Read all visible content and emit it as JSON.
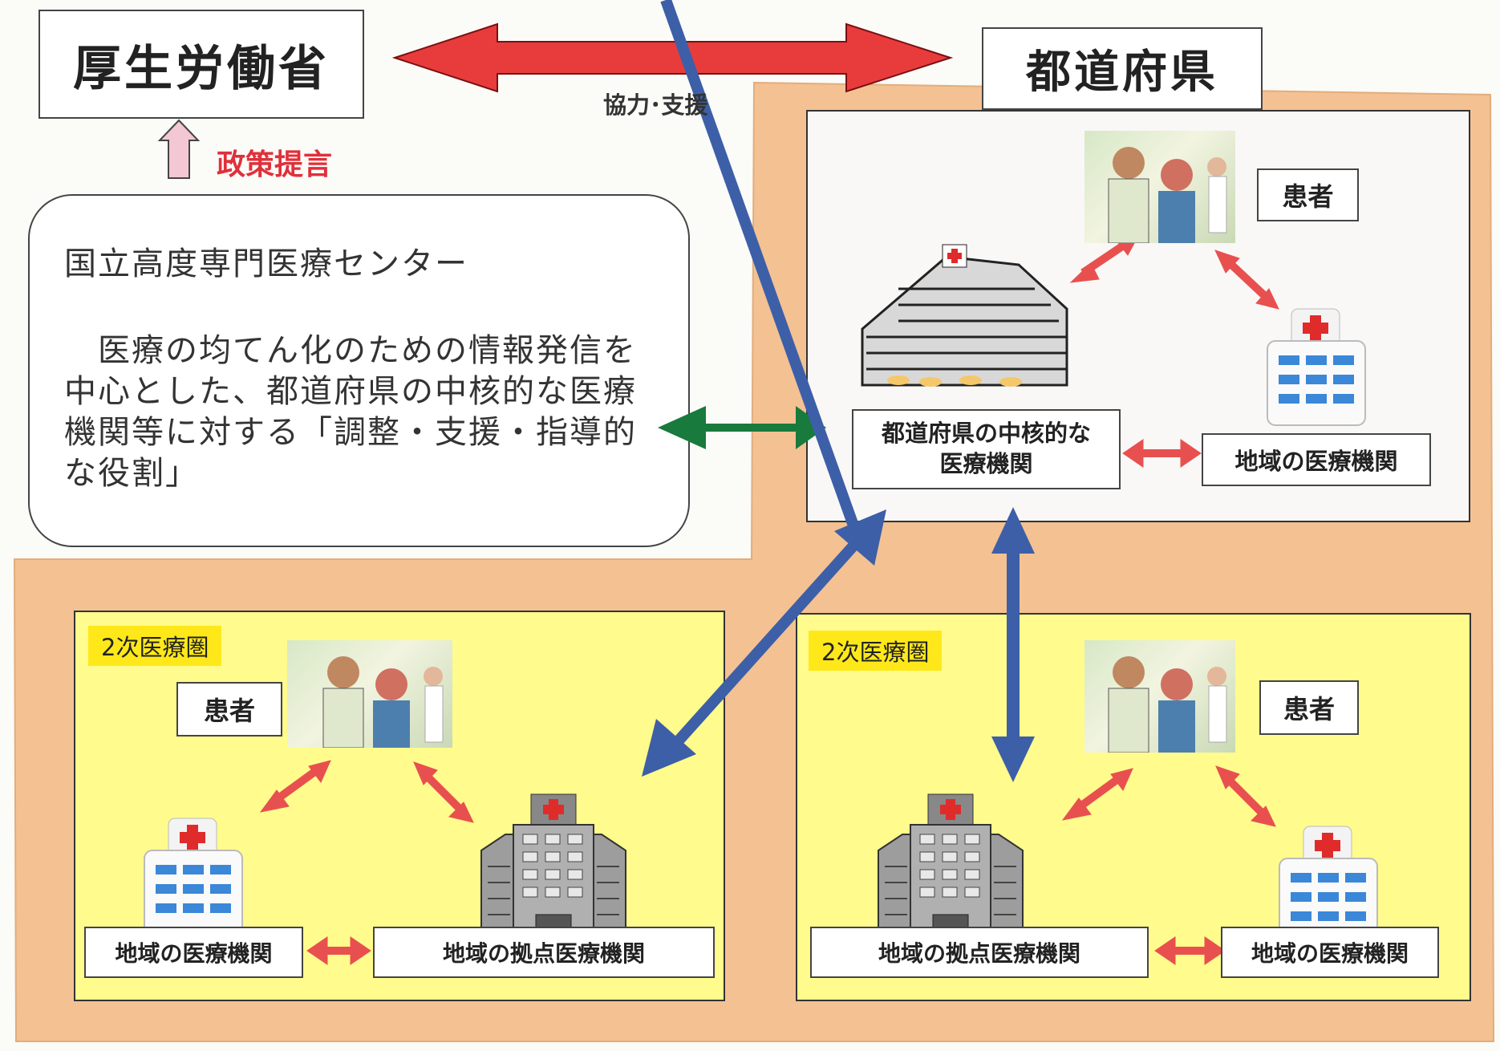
{
  "ministry": "厚生労働省",
  "prefecture": "都道府県",
  "cooperation_label": "協力･支援",
  "policy_label": "政策提言",
  "center": {
    "title": "国立高度専門医療センター",
    "lines": [
      "　医療の均てん化のための情報発信を",
      "中心とした、都道府県の中核的な医療",
      "機関等に対する「調整・支援・指導的",
      "な役割」"
    ]
  },
  "prefecture_panel": {
    "patient_label": "患者",
    "core_hospital_lines": [
      "都道府県の中核的な",
      "医療機関"
    ],
    "local_hospital_label": "地域の医療機関"
  },
  "regions": [
    {
      "label": "2次医療圏",
      "patient_label": "患者",
      "local_hospital_label": "地域の医療機関",
      "hub_hospital_label": "地域の拠点医療機関"
    },
    {
      "label": "2次医療圏",
      "patient_label": "患者",
      "hub_hospital_label": "地域の拠点医療機関",
      "local_hospital_label": "地域の医療機関"
    }
  ],
  "colors": {
    "prefecture_area": "#f4c193",
    "region_fill": "#fffb8c",
    "red_arrow": "#e83c3c",
    "green_arrow": "#187a3c",
    "blue_arrow": "#3d5fa8",
    "policy_arrow": "#f3c7d3",
    "policy_text": "#e0303a"
  }
}
